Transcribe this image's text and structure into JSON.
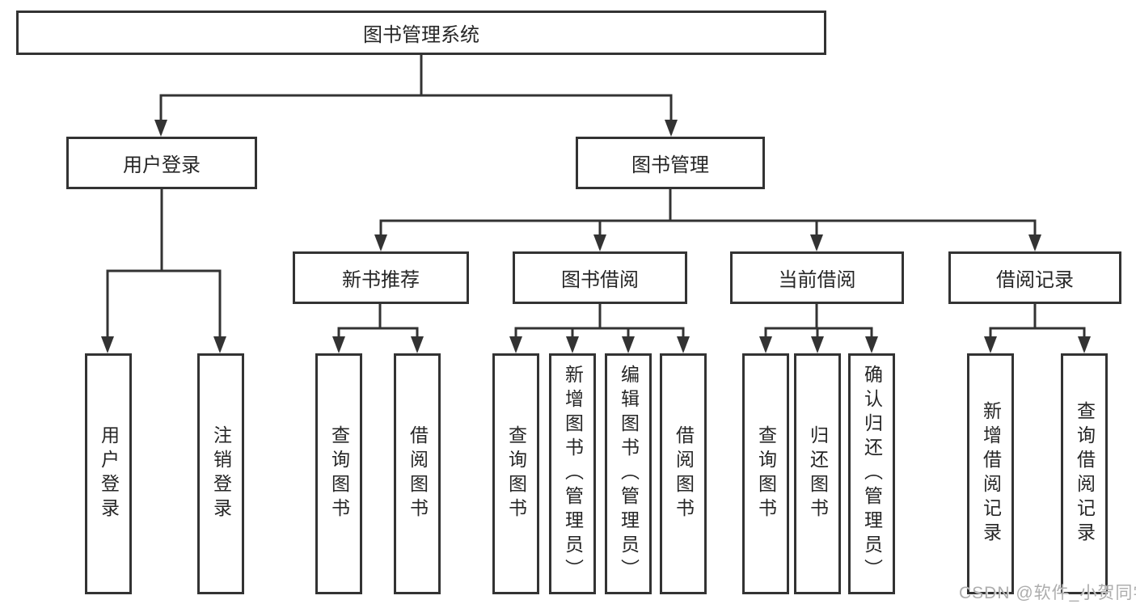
{
  "colors": {
    "line": "#333333",
    "box_border": "#333333",
    "box_background": "#ffffff",
    "label_text": "#262626",
    "watermark_text": "#adadad"
  },
  "diagram": {
    "root": {
      "label": "图书管理系统"
    },
    "children": [
      {
        "label": "用户登录",
        "leaves": [
          {
            "label": "用户登录"
          },
          {
            "label": "注销登录"
          }
        ]
      },
      {
        "label": "图书管理",
        "children": [
          {
            "label": "新书推荐",
            "leaves": [
              {
                "label": "查询图书"
              },
              {
                "label": "借阅图书"
              }
            ]
          },
          {
            "label": "图书借阅",
            "leaves": [
              {
                "label": "查询图书"
              },
              {
                "label": "新增图书（管理员）"
              },
              {
                "label": "编辑图书（管理员）"
              },
              {
                "label": "借阅图书"
              }
            ]
          },
          {
            "label": "当前借阅",
            "leaves": [
              {
                "label": "查询图书"
              },
              {
                "label": "归还图书"
              },
              {
                "label": "确认归还（管理员）"
              }
            ]
          },
          {
            "label": "借阅记录",
            "leaves": [
              {
                "label": "新增借阅记录"
              },
              {
                "label": "查询借阅记录"
              }
            ]
          }
        ]
      }
    ]
  },
  "watermark": {
    "text": "CSDN @软件_小贺同学"
  }
}
